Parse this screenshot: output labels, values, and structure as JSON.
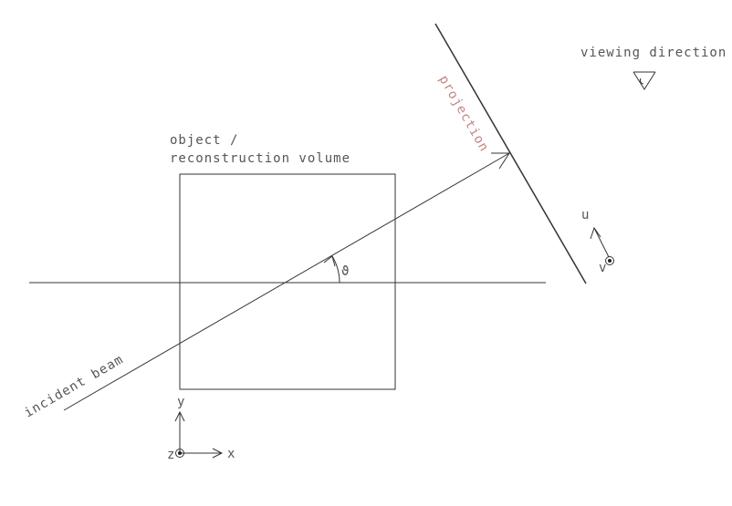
{
  "labels": {
    "viewing_direction": "viewing direction",
    "projection": "projection",
    "object_line1": "object /",
    "object_line2": "reconstruction volume",
    "theta": "ϑ",
    "incident_beam": "incident beam",
    "axis_u": "u",
    "axis_v": "v",
    "axis_x": "x",
    "axis_y": "y",
    "axis_z": "z"
  },
  "colors": {
    "lines": "#333333",
    "text": "#555555",
    "projection_label": "#c28484"
  },
  "icons": {
    "eye": "eye-icon"
  }
}
